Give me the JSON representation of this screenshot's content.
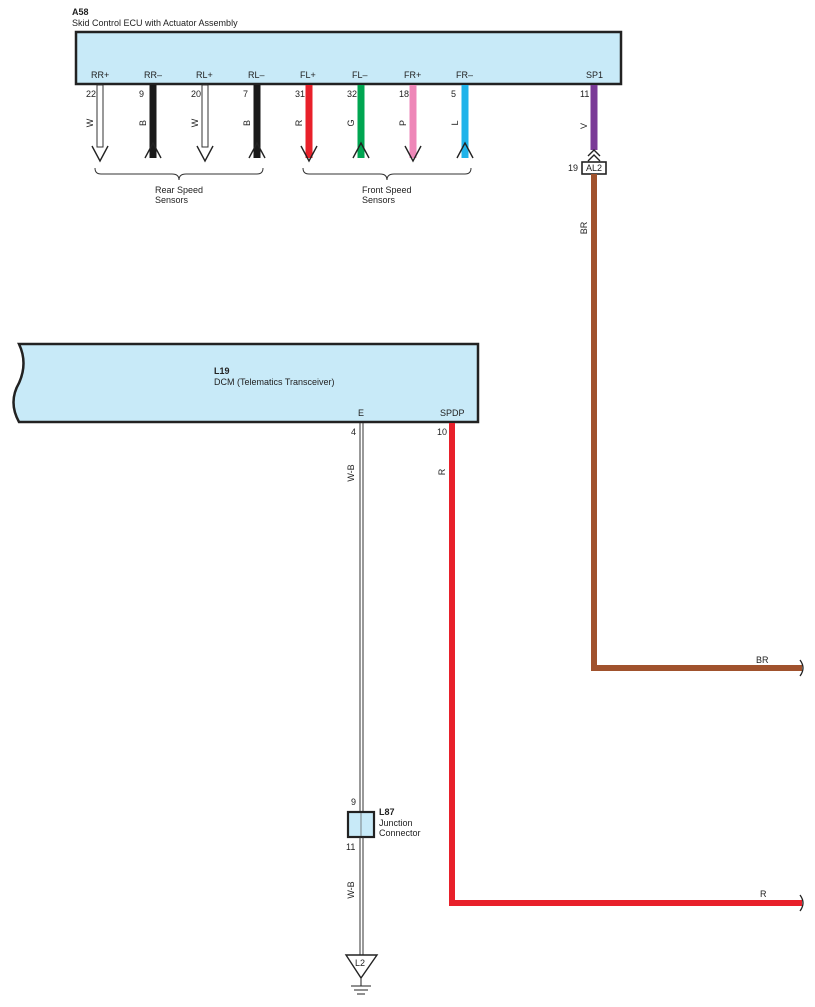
{
  "colors": {
    "box_fill": "#c8eaf8",
    "box_stroke": "#222222",
    "white_wire": "#ffffff",
    "black_wire": "#1a1a1a",
    "red_wire": "#e8202a",
    "green_wire": "#00a651",
    "pink_wire": "#ee87b8",
    "blue_wire": "#1fb3ea",
    "violet_wire": "#7a3a97",
    "brown_wire": "#a0522d"
  },
  "a58": {
    "code": "A58",
    "name": "Skid Control ECU with Actuator Assembly",
    "pins": [
      {
        "label": "RR+",
        "num": "22",
        "wire": "W",
        "color": "white_wire",
        "arrow": "down"
      },
      {
        "label": "RR–",
        "num": "9",
        "wire": "B",
        "color": "black_wire",
        "arrow": "up"
      },
      {
        "label": "RL+",
        "num": "20",
        "wire": "W",
        "color": "white_wire",
        "arrow": "down"
      },
      {
        "label": "RL–",
        "num": "7",
        "wire": "B",
        "color": "black_wire",
        "arrow": "up"
      },
      {
        "label": "FL+",
        "num": "31",
        "wire": "R",
        "color": "red_wire",
        "arrow": "down"
      },
      {
        "label": "FL–",
        "num": "32",
        "wire": "G",
        "color": "green_wire",
        "arrow": "up"
      },
      {
        "label": "FR+",
        "num": "18",
        "wire": "P",
        "color": "pink_wire",
        "arrow": "down"
      },
      {
        "label": "FR–",
        "num": "5",
        "wire": "L",
        "color": "blue_wire",
        "arrow": "up"
      }
    ],
    "sp1": {
      "label": "SP1",
      "num": "11",
      "wire": "V"
    }
  },
  "groups": {
    "rear": {
      "line1": "Rear Speed",
      "line2": "Sensors"
    },
    "front": {
      "line1": "Front Speed",
      "line2": "Sensors"
    }
  },
  "al2": {
    "code": "AL2",
    "num": "19",
    "wire": "BR"
  },
  "l19": {
    "code": "L19",
    "name": "DCM (Telematics Transceiver)",
    "pin_e": {
      "label": "E",
      "num": "4",
      "wire": "W-B"
    },
    "pin_spdp": {
      "label": "SPDP",
      "num": "10",
      "wire": "R"
    }
  },
  "l87": {
    "code": "L87",
    "line1": "Junction",
    "line2": "Connector",
    "num_top": "9",
    "num_bottom": "11",
    "wire": "W-B"
  },
  "ground": {
    "code": "L2"
  },
  "right_labels": {
    "br": "BR",
    "r": "R"
  }
}
